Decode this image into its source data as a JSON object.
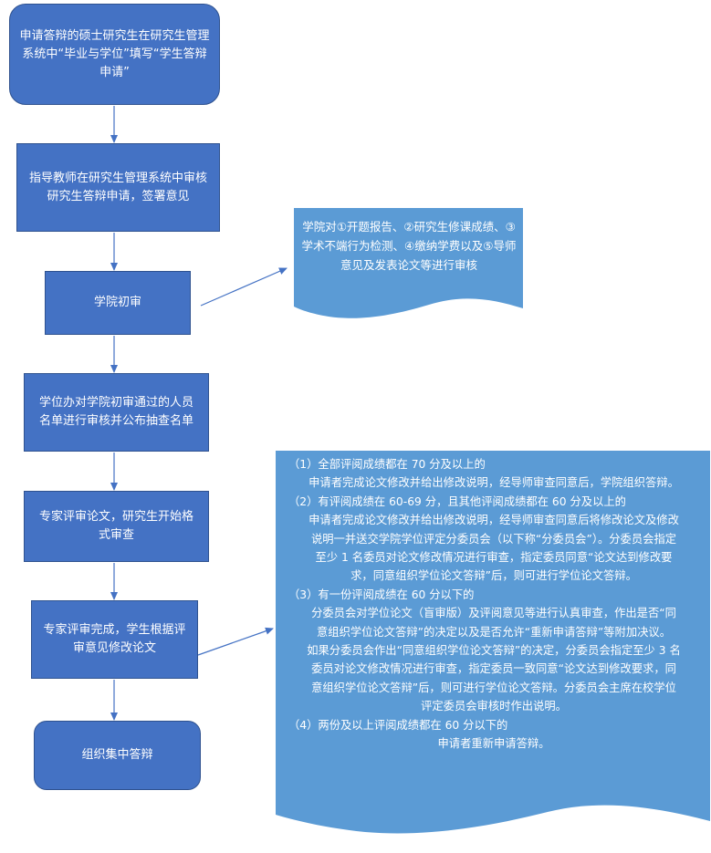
{
  "nodes": {
    "start": "申请答辩的硕士研究生在研究生管理系统中“毕业与学位”填写“学生答辩申请”",
    "advisor_review": "指导教师在研究生管理系统中审核研究生答辩申请，签署意见",
    "college_review": "学院初审",
    "degree_office": "学位办对学院初审通过的人员名单进行审核并公布抽查名单",
    "expert_review": "专家评审论文，研究生开始格式审查",
    "revise": "专家评审完成，学生根据评审意见修改论文",
    "end": "组织集中答辩"
  },
  "note_college": "学院对①开题报告、②研究生修课成绩、③学术不端行为检测、④缴纳学费以及⑤导师意见及发表论文等进行审核",
  "note_rules": [
    "（1）全部评阅成绩都在 70 分及以上的",
    "申请者完成论文修改并给出修改说明，经导师审查同意后，学院组织答辩。",
    "（2）有评阅成绩在 60-69 分，且其他评阅成绩都在 60 分及以上的",
    "申请者完成论文修改并给出修改说明，经导师审查同意后将修改论文及修改",
    "说明一并送交学院学位评定分委员会（以下称“分委员会”）。分委员会指定",
    "至少 1 名委员对论文修改情况进行审查，指定委员同意“论文达到修改要",
    "求，同意组织学位论文答辩”后，则可进行学位论文答辩。",
    "（3）有一份评阅成绩在 60 分以下的",
    "分委员会对学位论文（盲审版）及评阅意见等进行认真审查，作出是否“同",
    "意组织学位论文答辩”的决定以及是否允许“重新申请答辩”等附加决议。",
    "如果分委员会作出“同意组织学位论文答辩”的决定，分委员会指定至少 3 名",
    "委员对论文修改情况进行审查，指定委员一致同意“论文达到修改要求，同",
    "意组织学位论文答辩”后，则可进行学位论文答辩。分委员会主席在校学位",
    "评定委员会审核时作出说明。",
    "（4）两份及以上评阅成绩都在 60 分以下的",
    "申请者重新申请答辩。"
  ],
  "colors": {
    "box_fill": "#4472C4",
    "box_border": "#2F528F",
    "note_fill": "#5B9BD5",
    "connector": "#4472C4"
  }
}
